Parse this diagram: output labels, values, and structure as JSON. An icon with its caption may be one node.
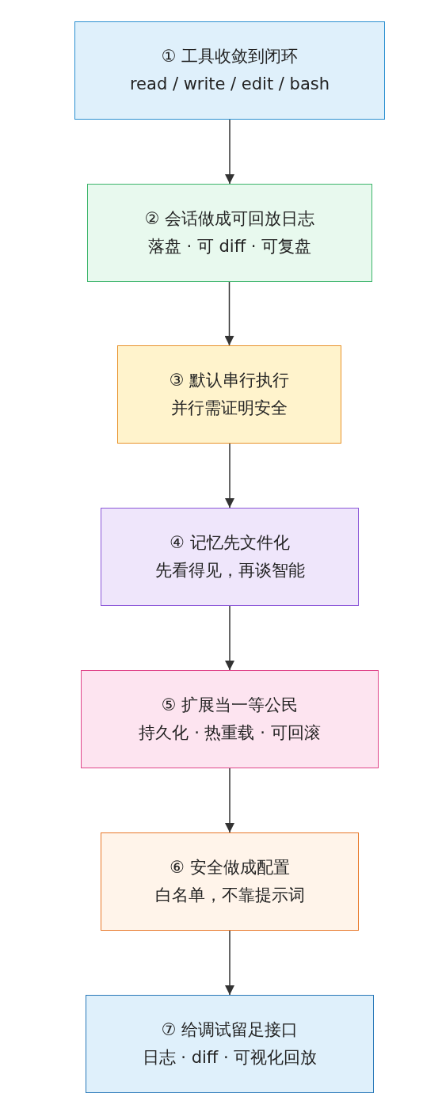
{
  "diagram": {
    "nodes": [
      {
        "text": [
          "① 工具收敛到闭环",
          "read / write / edit / bash"
        ]
      },
      {
        "text": [
          "② 会话做成可回放日志",
          "落盘 · 可 diff · 可复盘"
        ]
      },
      {
        "text": [
          "③ 默认串行执行",
          "并行需证明安全"
        ]
      },
      {
        "text": [
          "④ 记忆先文件化",
          "先看得见，再谈智能"
        ]
      },
      {
        "text": [
          "⑤ 扩展当一等公民",
          "持久化 · 热重载 · 可回滚"
        ]
      },
      {
        "text": [
          "⑥ 安全做成配置",
          "白名单，不靠提示词"
        ]
      },
      {
        "text": [
          "⑦ 给调试留足接口",
          "日志 · diff · 可视化回放"
        ]
      }
    ],
    "edges": [
      {
        "from": 0,
        "to": 1,
        "arrow": "to"
      },
      {
        "from": 1,
        "to": 2,
        "arrow": "to"
      },
      {
        "from": 2,
        "to": 3,
        "arrow": "to"
      },
      {
        "from": 3,
        "to": 4,
        "arrow": "to"
      },
      {
        "from": 4,
        "to": 5,
        "arrow": "to"
      },
      {
        "from": 5,
        "to": 6,
        "arrow": "to"
      }
    ]
  }
}
